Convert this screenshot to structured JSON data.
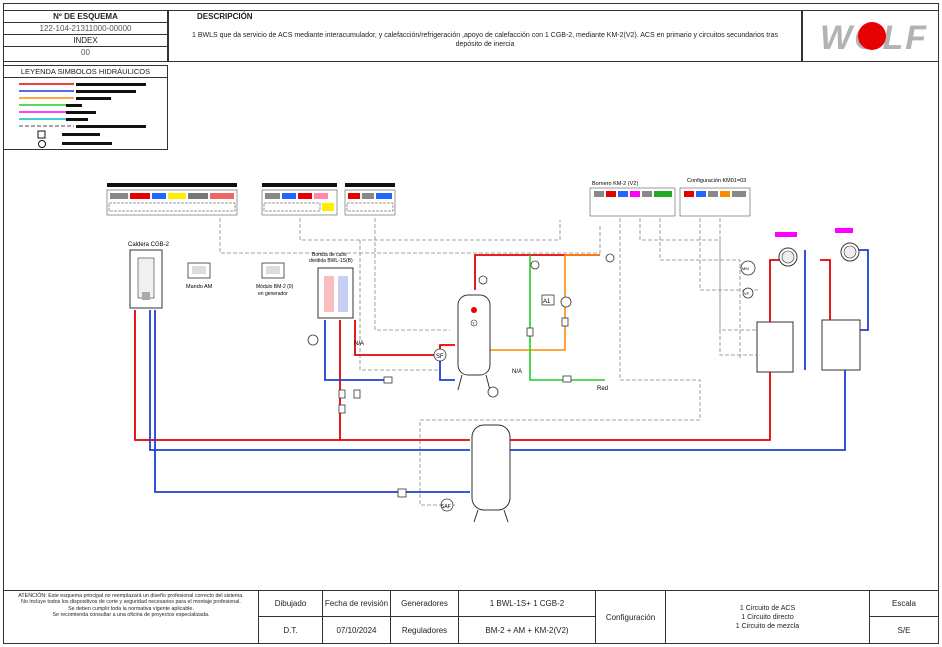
{
  "header": {
    "esquema_label": "Nº DE ESQUEMA",
    "esquema_value": "122-104-21311000-00000",
    "index_label": "INDEX",
    "index_value": "00",
    "descripcion_label": "DESCRIPCIÓN",
    "descripcion_text": "1 BWLS que da servicio de ACS mediante interacumulador, y calefacción/refrigeración ,apoyo de calefacción con 1 CGB-2, mediante KM-2(V2). ACS en primario y circuitos secundarios tras depósito de inercia",
    "logo_text": "WOLF"
  },
  "legend": {
    "title": "LEYENDA SIMBOLOS HIDRÁULICOS",
    "colors": [
      "#e60000",
      "#1f3fd6",
      "#ff8c00",
      "#22cc22",
      "#ff00ff",
      "#00bfbf"
    ]
  },
  "diagram": {
    "terminal_km2": "Bornero KM-2 (V2)",
    "config_km": "Configuración KM01=03",
    "caldera": "Caldera CGB-2",
    "mando": "Mando AM",
    "modulo_line1": "Módulo BM-2 (0)",
    "modulo_line2": "en generador",
    "bomba_line1": "Bomba de calor",
    "bomba_line2": "dividida BWL-1S(B)",
    "na_label_1": "N/A",
    "na_label_2": "N/A",
    "red_label": "Red",
    "sf_label": "SF",
    "a1_label": "A1",
    "saf_label": "SAF",
    "mixer_label": "MM",
    "vf_label": "VF",
    "sensor_t": "T"
  },
  "footer": {
    "atencion": "ATENCIÓN: Este esquema principal no reemplazará un diseño profesional correcto del sistema.",
    "atencion2": "No incluye todos los dispositivos de corte y seguridad necesarios para el montaje profesional.",
    "atencion3": "Se deben cumplir toda la normativa vigente aplicable.",
    "atencion4": "Se recomienda consultar a una oficina de proyectos especializada.",
    "dibujado_label": "Dibujado",
    "dibujado_value": "D.T.",
    "fecha_label": "Fecha de revisión",
    "fecha_value": "07/10/2024",
    "generadores_label": "Generadores",
    "generadores_value": "1 BWL-1S+ 1 CGB-2",
    "reguladores_label": "Reguladores",
    "reguladores_value": "BM-2 + AM + KM-2(V2)",
    "configuracion_label": "Configuración",
    "config_line1": "1 Circuito de ACS",
    "config_line2": "1 Circuito directo",
    "config_line3": "1 Circuito de mezcla",
    "escala_label": "Escala",
    "escala_value": "S/E"
  }
}
